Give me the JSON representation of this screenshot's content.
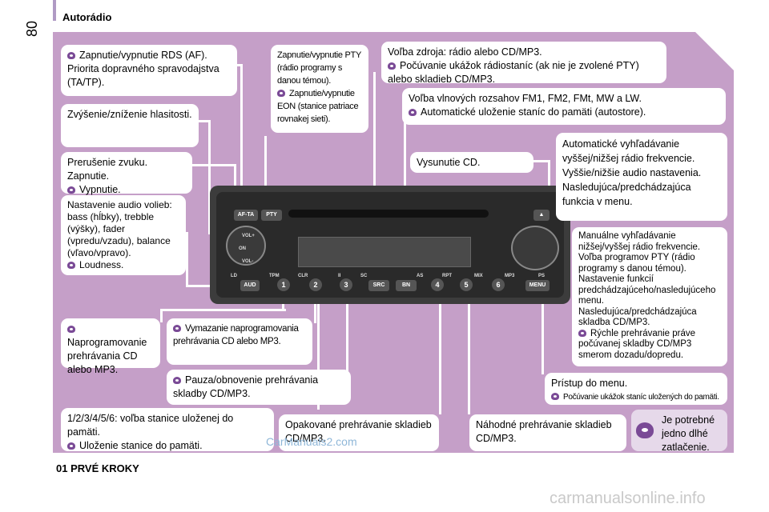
{
  "header": {
    "title": "Autorádio",
    "page_number": "80"
  },
  "footer": {
    "title": "01 PRVÉ KROKY"
  },
  "watermarks": {
    "primary": "CarManuals2.com",
    "secondary": "carmanualsonline.info"
  },
  "callouts": {
    "rds": {
      "main": "Zapnutie/vypnutie RDS (AF).",
      "sub": "Priorita dopravného spravodajstva (TA/TP)."
    },
    "pty": {
      "main": "Zapnutie/vypnutie PTY (rádio programy s danou témou).",
      "sub": "Zapnutie/vypnutie EON (stanice patriace rovnakej sieti)."
    },
    "source": {
      "main": "Voľba zdroja: rádio alebo CD/MP3.",
      "sub": "Počúvanie ukážok rádiostaníc (ak nie je zvolené PTY) alebo skladieb CD/MP3."
    },
    "volume": {
      "main": "Zvýšenie/zníženie hlasitosti."
    },
    "band": {
      "main": "Voľba vlnových rozsahov FM1, FM2, FMt, MW a LW.",
      "sub": "Automatické uloženie staníc do pamäti (autostore)."
    },
    "mute": {
      "main": "Prerušenie zvuku. Zapnutie.",
      "sub": "Vypnutie."
    },
    "eject": {
      "main": "Vysunutie CD."
    },
    "auto_search": {
      "main": "Automatické vyhľadávanie vyššej/nižšej rádio frekvencie.",
      "line2": "Vyššie/nižšie audio nastavenia.",
      "line3": "Nasledujúca/predchádzajúca funkcia v menu."
    },
    "audio": {
      "main": "Nastavenie audio volieb: bass (hĺbky), trebble (výšky), fader (vpredu/vzadu), balance (vľavo/vpravo).",
      "sub": "Loudness."
    },
    "manual_search": {
      "line1": "Manuálne vyhľadávanie nižšej/vyššej rádio frekvencie.",
      "line2": "Voľba programov PTY (rádio programy s danou témou).",
      "line3": "Nastavenie funkcií predchádzajúceho/nasledujúceho menu.",
      "line4": "Nasledujúca/predchádzajúca skladba CD/MP3.",
      "sub": "Rýchle prehrávanie práve počúvanej skladby CD/MP3 smerom dozadu/dopredu."
    },
    "reprogram": {
      "main": "Naprogramovanie prehrávania CD alebo MP3."
    },
    "erase": {
      "main": "Vymazanie naprogramovania prehrávania CD alebo MP3."
    },
    "pause": {
      "main": "Pauza/obnovenie prehrávania skladby CD/MP3."
    },
    "menu": {
      "main": "Prístup do menu.",
      "sub": "Počúvanie ukážok staníc uložených do pamäti."
    },
    "presets": {
      "main": "1/2/3/4/5/6: voľba stanice uloženej do pamäti.",
      "sub": "Uloženie stanice do pamäti."
    },
    "repeat": {
      "main": "Opakované prehrávanie skladieb CD/MP3."
    },
    "random": {
      "main": "Náhodné prehrávanie skladieb CD/MP3."
    },
    "hint": {
      "main": "Je potrebné jedno dlhé zatlačenie."
    }
  },
  "radio": {
    "buttons": {
      "af_ta": "AF-TA",
      "pty": "PTY",
      "aud": "AUD",
      "src": "SRC",
      "bn": "BN",
      "menu": "MENU"
    },
    "knob": {
      "vol_plus": "VOL+",
      "on": "ON",
      "vol_minus": "VOL-"
    },
    "labels": {
      "ld": "LD",
      "tpm": "TPM",
      "clr": "CLR",
      "pause": "II",
      "sc": "SC",
      "as": "AS",
      "rpt": "RPT",
      "mix": "MIX",
      "mp3": "MP3",
      "ps": "PS"
    },
    "presets": [
      "1",
      "2",
      "3",
      "4",
      "5",
      "6"
    ]
  },
  "colors": {
    "panel": "#c59fc8",
    "icon": "#7a4a96",
    "radio_body": "#3c3c3c"
  }
}
